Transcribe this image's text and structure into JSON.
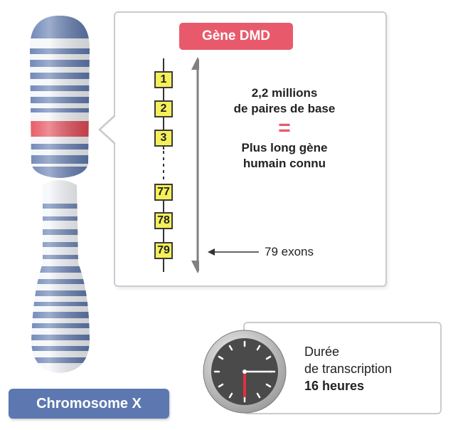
{
  "gene": {
    "title": "Gène DMD",
    "exon_labels_top": [
      "1",
      "2",
      "3"
    ],
    "exon_labels_bottom": [
      "77",
      "78",
      "79"
    ],
    "size_line1": "2,2 millions",
    "size_line2": "de paires de base",
    "equals": "=",
    "claim_line1": "Plus long gène",
    "claim_line2": "humain connu",
    "exon_count": "79 exons"
  },
  "transcription": {
    "line1": "Durée",
    "line2": "de transcription",
    "duration": "16 heures"
  },
  "chromosome": {
    "label": "Chromosome X"
  },
  "colors": {
    "gene_badge": "#e85a6b",
    "chromosome_band": "#4d6aa6",
    "chromosome_highlight": "#e0323f",
    "exon_fill": "#f5f05a",
    "chromosome_badge": "#5d78b0"
  }
}
